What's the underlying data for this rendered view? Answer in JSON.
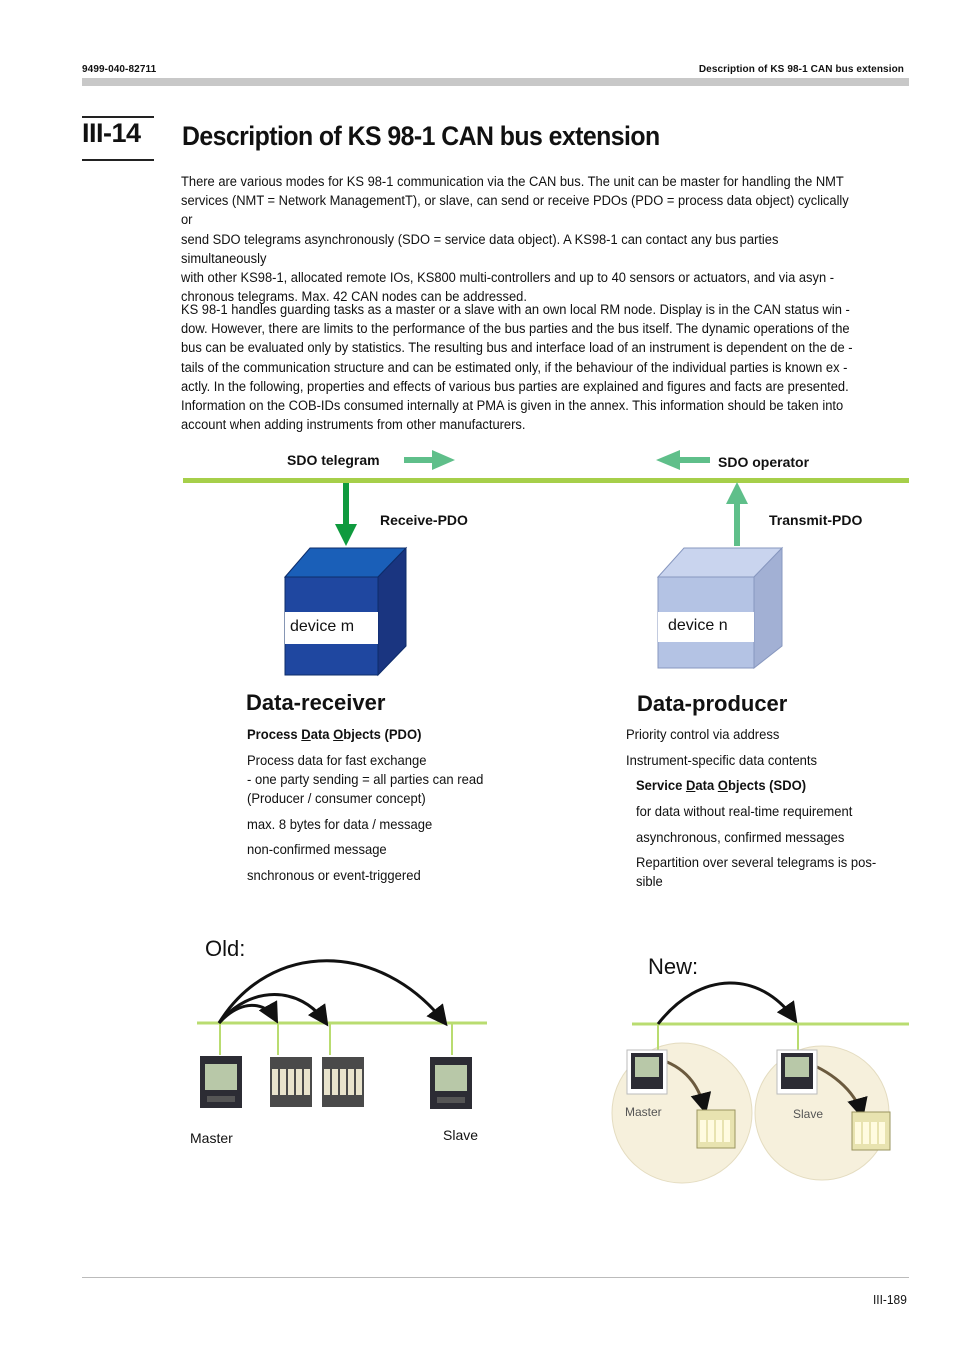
{
  "header": {
    "doc_number": "9499-040-82711",
    "running_title": "Description of KS 98-1 CAN bus extension"
  },
  "section": {
    "number": "III-14",
    "title": "Description of KS 98-1 CAN bus extension"
  },
  "paragraphs": [
    "There are various modes for KS 98-1 communication via the CAN bus. The unit can be master for handling the NMT\nservices (NMT = Network ManagementT), or slave, can send  or receive PDOs (PDO = process data object) cyclically or\nsend SDO telegrams asynchronously (SDO = service data object). A KS98-1 can contact any bus parties simultaneously\nwith other KS98-1, allocated remote IOs, KS800 multi-controllers and up to 40 sensors or actuators, and via  asyn -\nchronous telegrams.  Max. 42 CAN nodes can be addressed.",
    "KS 98-1 handles guarding tasks as a master or a slave with an own local RM  node. Display is in the CAN status win -\ndow. However, there are limits to the performance of the bus parties and the bus itself. The dynamic operations of the\nbus can be evaluated only by statistics. The resulting bus and interface load of an instrument is dependent on the de -\ntails of the communication structure and can be estimated only, if the behaviour of the individual parties is known ex -\nactly. In the following, properties and effects of various bus parties are explained and figures and facts are presented.\nInformation on the COB-IDs consumed internally at PMA is given in the annex. This information should be taken into\naccount when adding instruments from other manufacturers."
  ],
  "diagram": {
    "sdo_telegram": "SDO telegram",
    "sdo_operator": "SDO operator",
    "receive_pdo": "Receive-PDO",
    "transmit_pdo": "Transmit-PDO",
    "device_m": "device  m",
    "device_n": "device  n",
    "colors": {
      "bus": "#a6cf4a",
      "arrow_dark": "#0f9a3e",
      "arrow_light": "#5fbf8a",
      "cube_dark": "#1f47a0",
      "cube_light": "#b4c3e4"
    }
  },
  "receiver": {
    "heading": "Data-receiver",
    "pdo_title": "Process Data Objects (PDO)",
    "items": [
      "Process data for fast exchange\n - one party sending = all parties can read\n(Producer / consumer concept)",
      " max. 8 bytes for data / message",
      "non-confirmed message",
      "snchronous or event-triggered"
    ]
  },
  "producer": {
    "heading": "Data-producer",
    "items_top": [
      "Priority control via address",
      "Instrument-specific data contents"
    ],
    "sdo_title": "Service Data Objects (SDO)",
    "items": [
      "for data without real-time requirement",
      "asynchronous, confirmed messages",
      "Repartition over several telegrams is pos-\nsible"
    ]
  },
  "old_new": {
    "old_label": "Old:",
    "new_label": "New:",
    "master_label": "Master",
    "slave_label": "Slave"
  },
  "footer": {
    "page_number": "III-189"
  }
}
